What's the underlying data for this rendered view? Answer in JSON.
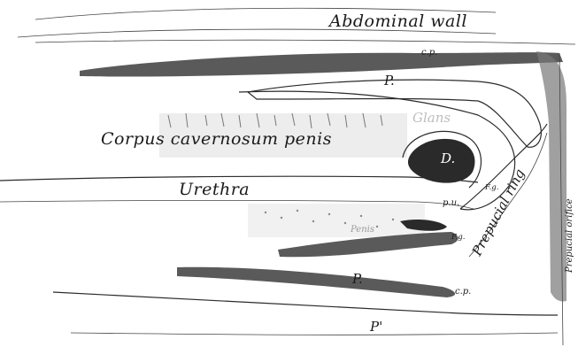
{
  "figure": {
    "labels": {
      "abdominal_wall": "Abdominal wall",
      "cp_top": "c.p.",
      "p_top": "P.",
      "glans": "Glans",
      "corpus_cavernosum": "Corpus cavernosum penis",
      "d": "D.",
      "fg_upper": "F.g.",
      "urethra": "Urethra",
      "pu": "p.u.",
      "prepucial_ring": "Prepucial ring",
      "penis": "Penis",
      "fg_lower": "F.g.",
      "prepucial_orifice": "Prepucial orifice",
      "p_lower": "P.",
      "cp_bottom": "c.p.",
      "p_prime": "P'"
    }
  }
}
